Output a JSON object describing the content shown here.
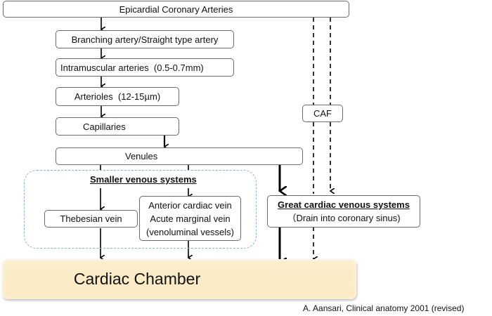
{
  "nodes": {
    "epicardial": "Epicardial Coronary Arteries",
    "branching": "Branching artery/Straight type artery",
    "intramuscular": "Intramuscular arteries  (0.5-0.7mm)",
    "arterioles": "Arterioles  (12-15µm)",
    "capillaries": "Capillaries",
    "venules": "Venules",
    "caf": "CAF",
    "thebesian": "Thebesian vein",
    "anterior_lines": [
      "Anterior cardiac vein",
      "Acute marginal vein",
      "(venoluminal vessels)"
    ],
    "great_title": "Great cardiac venous systems",
    "great_sub": "（Drain into coronary sinus)",
    "chamber": "Cardiac Chamber"
  },
  "groups": {
    "smaller_venous": "Smaller venous systems"
  },
  "citation": "A. Aansari, Clinical anatomy 2001 (revised)",
  "colors": {
    "chamber_fill": "#fbeecb",
    "group_border": "#8fb0d6",
    "box_border": "#6b6b6b"
  }
}
